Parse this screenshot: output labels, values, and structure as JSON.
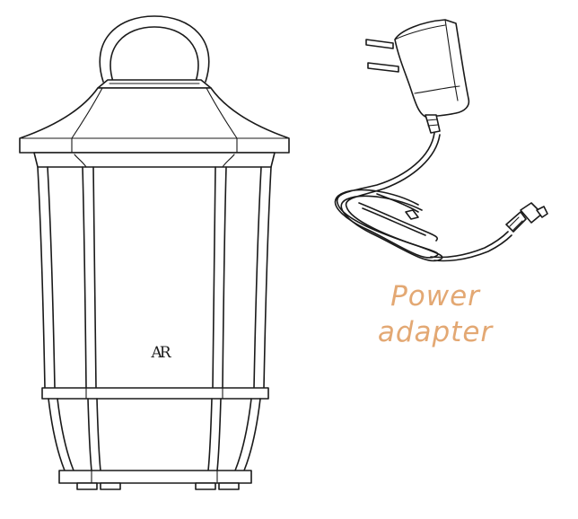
{
  "caption": {
    "line1": "Power",
    "line2": "adapter"
  },
  "logo_text": "AR",
  "colors": {
    "line": "#1a1a1a",
    "caption": "#e3a873",
    "background": "#ffffff"
  }
}
